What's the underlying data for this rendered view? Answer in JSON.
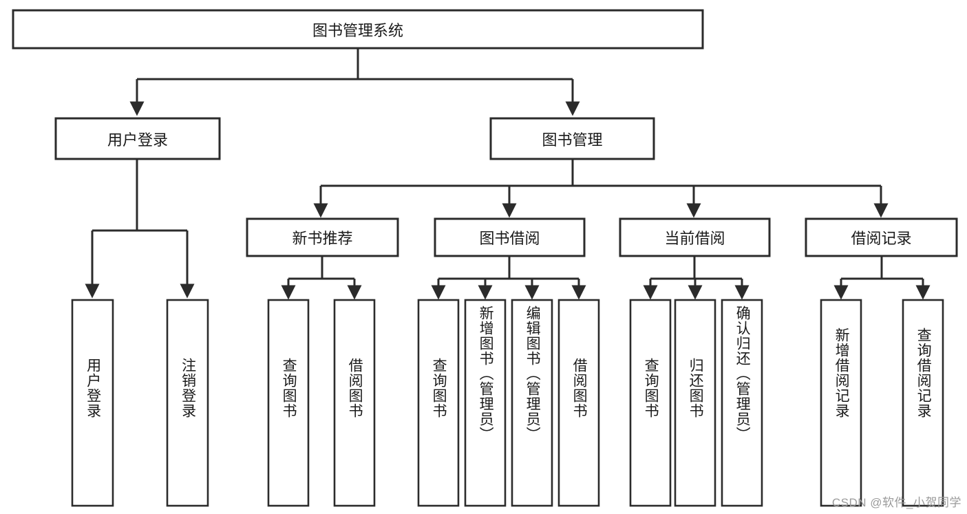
{
  "diagram": {
    "type": "tree",
    "title": "图书管理系统",
    "background": "#ffffff",
    "line_color": "#2b2b2b",
    "text_color": "#1a1a1a",
    "root": {
      "label": "图书管理系统"
    },
    "level1": [
      {
        "label": "用户登录"
      },
      {
        "label": "图书管理"
      }
    ],
    "level2": [
      {
        "label": "新书推荐"
      },
      {
        "label": "图书借阅"
      },
      {
        "label": "当前借阅"
      },
      {
        "label": "借阅记录"
      }
    ],
    "leaves": {
      "user_login": [
        {
          "label": "用户登录"
        },
        {
          "label": "注销登录"
        }
      ],
      "new_book_recommend": [
        {
          "label": "查询图书"
        },
        {
          "label": "借阅图书"
        }
      ],
      "book_borrow": [
        {
          "label": "查询图书"
        },
        {
          "label": "新增图书（管理员）"
        },
        {
          "label": "编辑图书（管理员）"
        },
        {
          "label": "借阅图书"
        }
      ],
      "current_borrow": [
        {
          "label": "查询图书"
        },
        {
          "label": "归还图书"
        },
        {
          "label": "确认归还（管理员）"
        }
      ],
      "borrow_record": [
        {
          "label": "新增借阅记录"
        },
        {
          "label": "查询借阅记录"
        }
      ]
    }
  },
  "watermark": {
    "text": "CSDN @软件_小贺同学"
  }
}
